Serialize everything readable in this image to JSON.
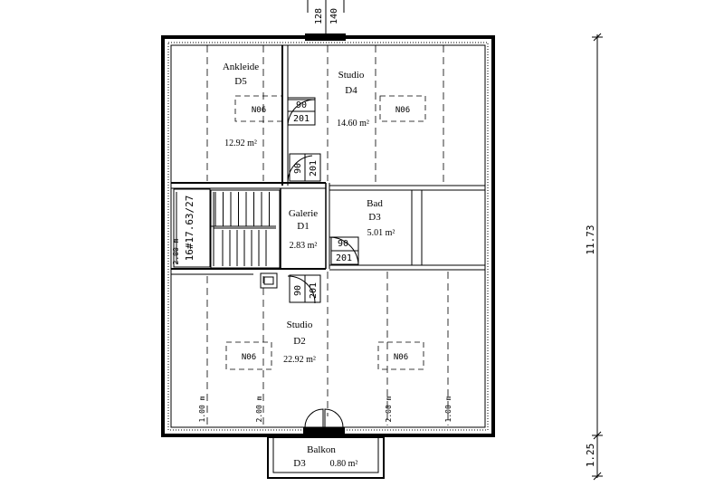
{
  "rooms": {
    "ankleide": {
      "name": "Ankleide",
      "code": "D5",
      "area": "12.92 m²"
    },
    "studio_top": {
      "name": "Studio",
      "code": "D4",
      "area": "14.60 m²"
    },
    "galerie": {
      "name": "Galerie",
      "code": "D1",
      "area": "2.83 m²"
    },
    "bad": {
      "name": "Bad",
      "code": "D3",
      "area": "5.01 m²"
    },
    "studio_main": {
      "name": "Studio",
      "code": "D2",
      "area": "22.92 m²"
    },
    "balkon": {
      "name": "Balkon",
      "code": "D3",
      "area": "0.80 m²"
    }
  },
  "skylight_tag": "N06",
  "doors": {
    "ankleide": {
      "width": "90",
      "height": "201"
    },
    "studio_top": {
      "width": "90",
      "height": "201"
    },
    "bad": {
      "width": "90",
      "height": "201"
    },
    "studio_main": {
      "width": "90",
      "height": "201"
    }
  },
  "stair": {
    "label": "16#17.63/27"
  },
  "heights": {
    "h200": "2.00 m",
    "h100": "1.00 m"
  },
  "dimensions": {
    "top_left": "128",
    "top_right": "140",
    "overall_depth": "11.73",
    "balcony_depth": "1.25"
  }
}
